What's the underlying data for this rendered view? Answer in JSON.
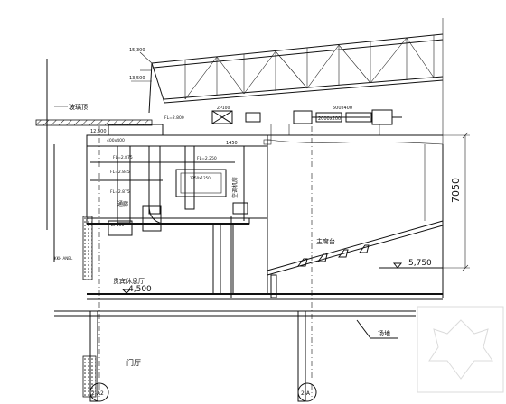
{
  "labels": {
    "glass_roof": "玻璃顶",
    "dim_7050": "7050",
    "dim_4500": "4,500",
    "dim_5750": "5,750",
    "elev_12500": "12,500",
    "main_stage": "主席台",
    "vip_lounge": "贵宾休息厅",
    "gate_hall": "门厅",
    "slope": "场地",
    "grid_2a2": "2-A2",
    "grid_2a": "2-A",
    "duct_500x400": "500x400",
    "duct_2000x200": "2000x200",
    "duct_400x400": "400x400",
    "duct_1250x1250": "1250x1250",
    "zp100_a": "ZP100",
    "zp100_b": "ZP100",
    "fl_2800": "FL=2.800",
    "fl_2250": "FL=2.250",
    "fl_2875": "FL=2.875",
    "fl_2845": "FL=2.845",
    "fl_2875b": "FL=2.875",
    "room_ac": "空调机房",
    "fan_room": "通廊",
    "w1450": "1450",
    "elev_15300": "15,300",
    "elev_13500": "13,500",
    "wall_note": "KKH ANBL"
  }
}
